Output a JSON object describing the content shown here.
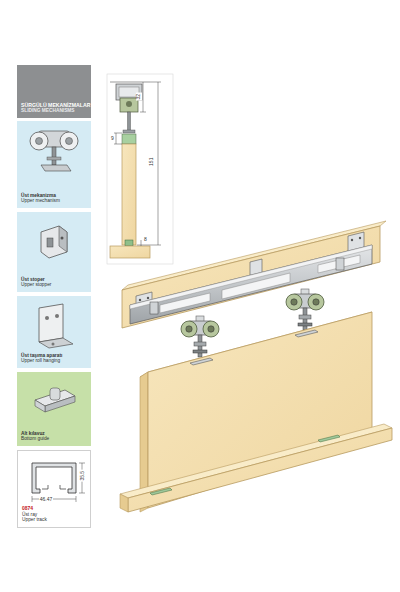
{
  "diagram": {
    "nodes": [
      {
        "text": [
          "SÜRGÜLÜ MEKANİZMALAR",
          "SLIDING MECHANISMS"
        ]
      },
      {
        "text": [
          "Üst mekanizma",
          "Upper mechanism"
        ]
      },
      {
        "text": [
          "Üst stoper",
          "Upper stopper"
        ]
      },
      {
        "text": [
          "Üst taşıma aparatı",
          "Upper roll hanging"
        ]
      },
      {
        "text": [
          "Alt kılavuz",
          "Bottom guide"
        ]
      },
      {
        "text": [
          "0874",
          "Üst ray",
          "Upper track"
        ]
      }
    ],
    "labels": [
      "32",
      "151",
      "9",
      "8",
      "46.47",
      "35.5"
    ]
  }
}
